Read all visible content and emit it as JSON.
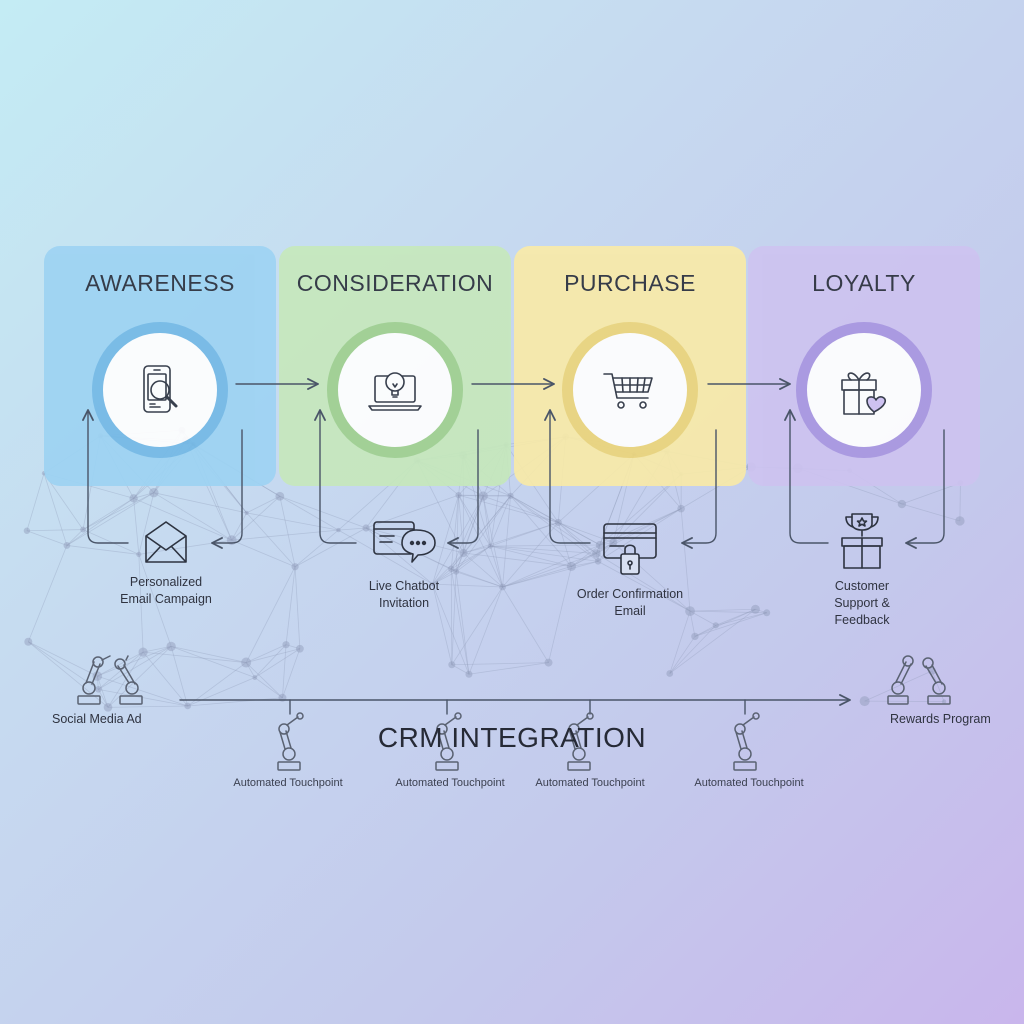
{
  "stages": [
    {
      "title": "AWARENESS",
      "icon": "phone-search-icon",
      "color": "#9dd3f3",
      "ring": "#74b9e6"
    },
    {
      "title": "CONSIDERATION",
      "icon": "laptop-lightbulb-icon",
      "color": "#c6e8bc",
      "ring": "#9fd08f"
    },
    {
      "title": "PURCHASE",
      "icon": "shopping-cart-icon",
      "color": "#f8eaa8",
      "ring": "#ecd57b"
    },
    {
      "title": "LOYALTY",
      "icon": "gift-heart-icon",
      "color": "#cdc3f0",
      "ring": "#a896e0"
    }
  ],
  "touchpoints": [
    {
      "label": "Personalized\nEmail Campaign",
      "icon": "envelope-icon"
    },
    {
      "label": "Live Chatbot\nInvitation",
      "icon": "chat-bubbles-icon"
    },
    {
      "label": "Order Confirmation\nEmail",
      "icon": "card-lock-icon"
    },
    {
      "label": "Customer\nSupport &\nFeedback",
      "icon": "trophy-gift-icon"
    }
  ],
  "crm": {
    "title": "CRM INTEGRATION",
    "start_label": "Social Media Ad",
    "end_label": "Rewards Program",
    "automated": [
      "Automated Touchpoint",
      "Automated Touchpoint",
      "Automated Touchpoint",
      "Automated Touchpoint"
    ]
  },
  "colors": {
    "line": "#4a5568",
    "icon_stroke": "#2d3340"
  }
}
